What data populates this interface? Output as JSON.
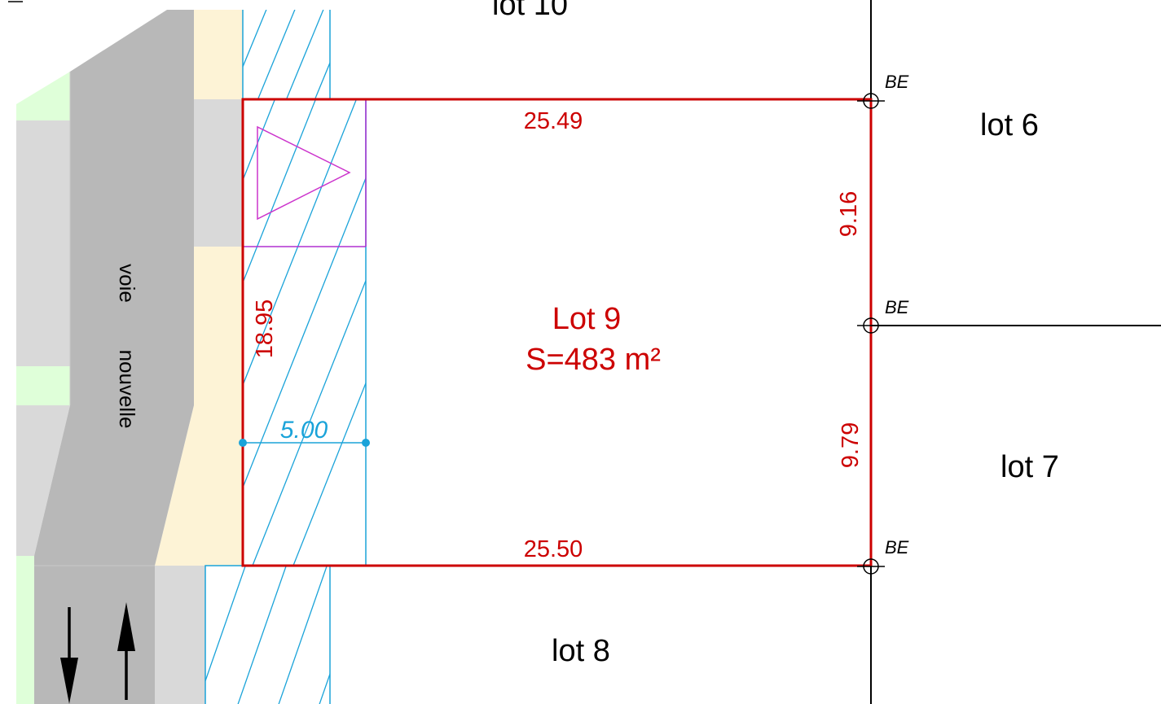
{
  "lots": {
    "lot_10": "lot 10",
    "lot_6": "lot 6",
    "lot_7": "lot 7",
    "lot_8": "lot 8"
  },
  "lot9": {
    "name": "Lot 9",
    "area": "S=483 m²",
    "dims": {
      "top": "25.49",
      "bottom": "25.50",
      "left": "18.95",
      "right_upper": "9.16",
      "right_lower": "9.79"
    }
  },
  "setback": {
    "value": "5.00"
  },
  "boundary_markers": {
    "label": "BE"
  },
  "road": {
    "word1": "voie",
    "word2": "nouvelle"
  },
  "colors": {
    "lot9_boundary": "#cc0000",
    "setback_hatch": "#1aa3d9",
    "road_grey": "#b8b8b8",
    "light_grey": "#d9d9d9",
    "sidewalk_beige": "#fdf3d6",
    "green_space": "#dfffd9",
    "triangle_magenta": "#cc33cc"
  }
}
